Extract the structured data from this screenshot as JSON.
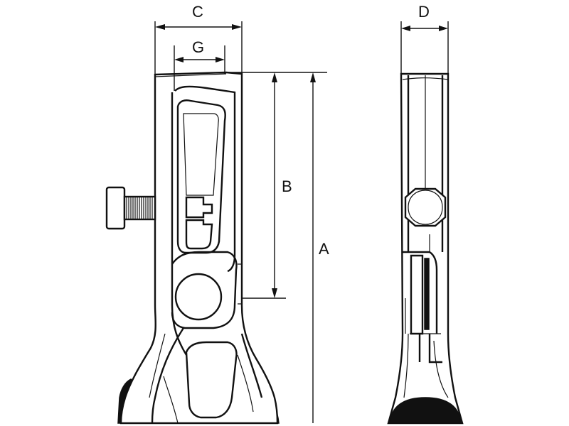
{
  "figure": {
    "labels": {
      "A": "A",
      "B": "B",
      "C": "C",
      "D": "D",
      "G": "G"
    },
    "colors": {
      "line": "#111111",
      "background": "#ffffff",
      "rubber": "#111111"
    }
  }
}
